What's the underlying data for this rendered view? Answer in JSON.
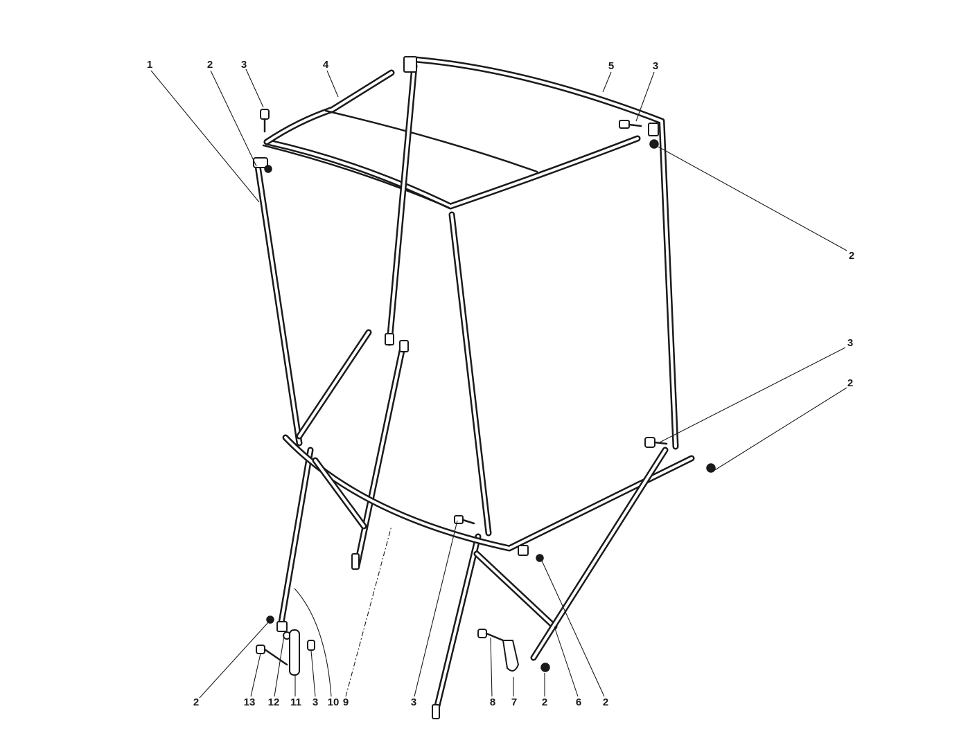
{
  "callouts": {
    "c1": "1",
    "c2a": "2",
    "c3a": "3",
    "c4": "4",
    "c5": "5",
    "c3b": "3",
    "c2b": "2",
    "c3c": "3",
    "c2c": "2",
    "c2d": "2",
    "c13": "13",
    "c12": "12",
    "c11": "11",
    "c3d": "3",
    "c10": "10",
    "c9": "9",
    "c3e": "3",
    "c8": "8",
    "c7": "7",
    "c2e": "2",
    "c6": "6",
    "c2f": "2"
  }
}
